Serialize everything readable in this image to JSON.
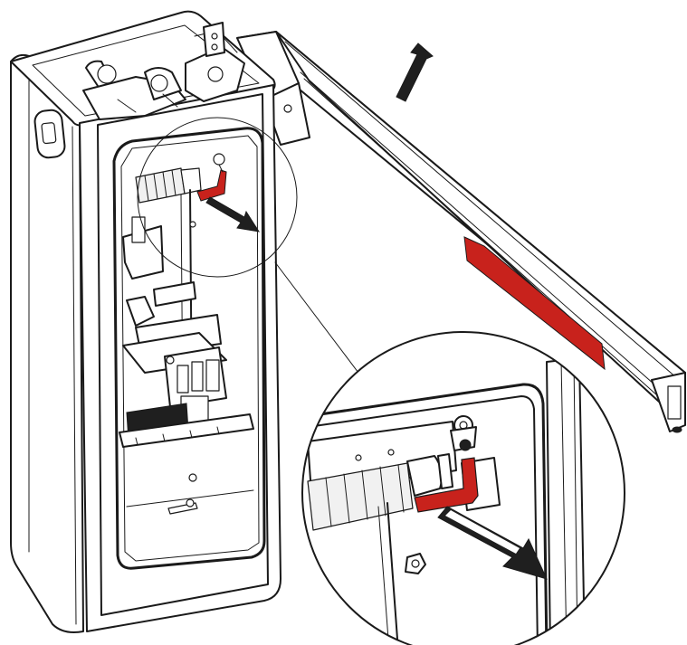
{
  "colors": {
    "line": "#1a1a1a",
    "accent_red": "#c8221c",
    "background": "#ffffff"
  },
  "parts": [
    "barrier-cabinet",
    "barrier-boom-arm",
    "release-lever",
    "detail-magnifier"
  ],
  "arrows": {
    "boom_motion": "up-arrow-icon",
    "lever_motion": "pull-arrow-icon"
  }
}
